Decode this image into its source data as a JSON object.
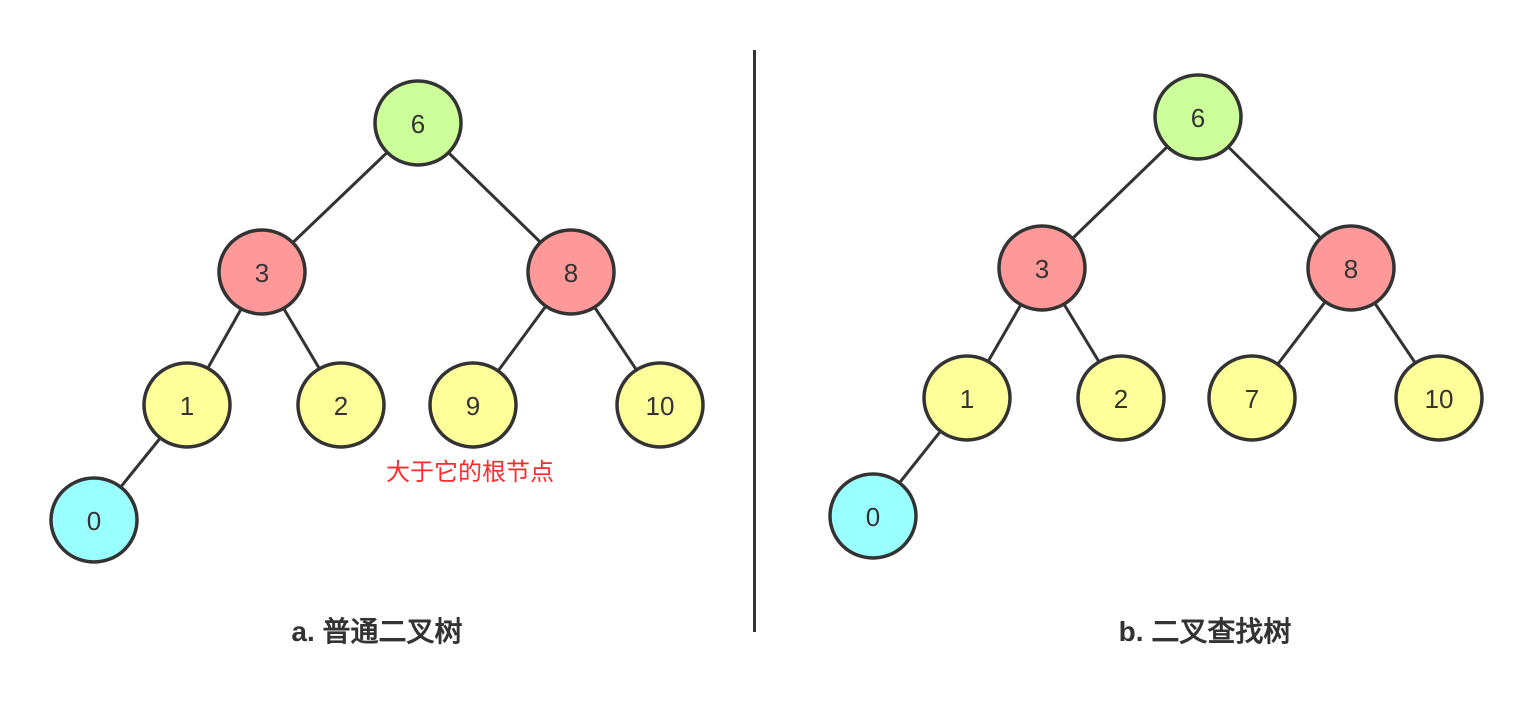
{
  "colors": {
    "root": "#ccff99",
    "level1": "#ff9999",
    "leaf": "#ffff99",
    "deep": "#99ffff",
    "stroke": "#333333",
    "note": "#ff2a2a"
  },
  "trees": [
    {
      "caption": "a. 普通二叉树",
      "annotation": "大于它的根节点",
      "nodes": [
        {
          "value": "6",
          "color": "root",
          "parent": null
        },
        {
          "value": "3",
          "color": "level1",
          "parent": 0
        },
        {
          "value": "8",
          "color": "level1",
          "parent": 0
        },
        {
          "value": "1",
          "color": "leaf",
          "parent": 1
        },
        {
          "value": "2",
          "color": "leaf",
          "parent": 1
        },
        {
          "value": "9",
          "color": "leaf",
          "parent": 2
        },
        {
          "value": "10",
          "color": "leaf",
          "parent": 2
        },
        {
          "value": "0",
          "color": "deep",
          "parent": 3
        }
      ]
    },
    {
      "caption": "b. 二叉查找树",
      "nodes": [
        {
          "value": "6",
          "color": "root",
          "parent": null
        },
        {
          "value": "3",
          "color": "level1",
          "parent": 0
        },
        {
          "value": "8",
          "color": "level1",
          "parent": 0
        },
        {
          "value": "1",
          "color": "leaf",
          "parent": 1
        },
        {
          "value": "2",
          "color": "leaf",
          "parent": 1
        },
        {
          "value": "7",
          "color": "leaf",
          "parent": 2
        },
        {
          "value": "10",
          "color": "leaf",
          "parent": 2
        },
        {
          "value": "0",
          "color": "deep",
          "parent": 3
        }
      ]
    }
  ]
}
